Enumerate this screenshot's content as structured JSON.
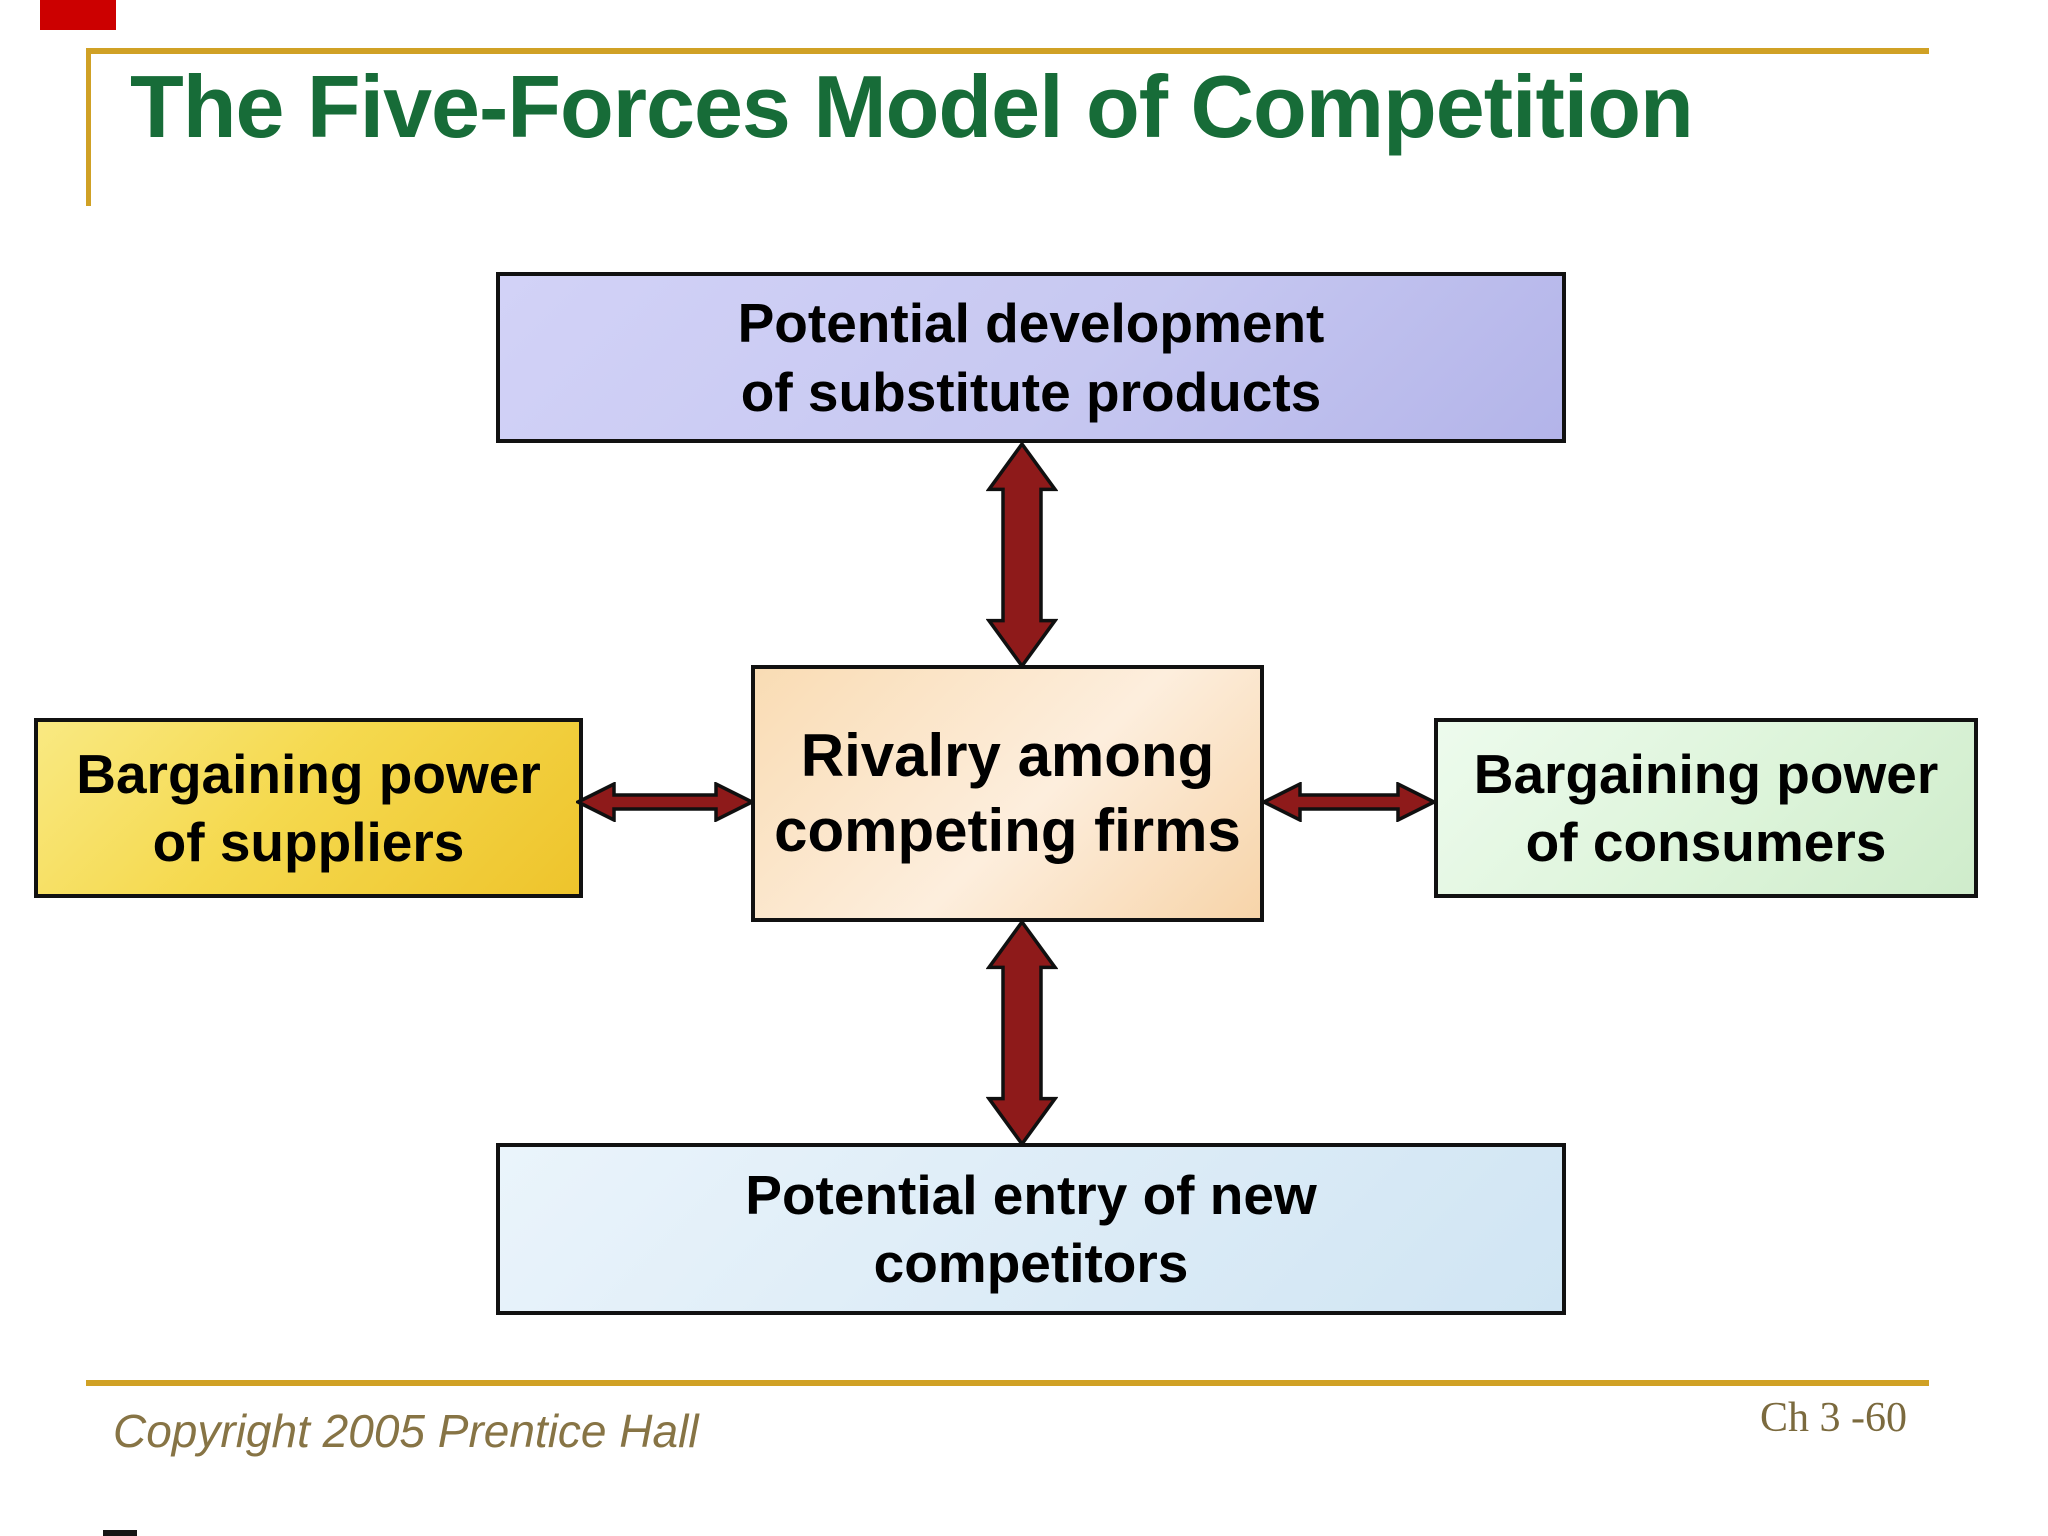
{
  "slide": {
    "title": "The Five-Forces Model of Competition",
    "boxes": {
      "substitutes": {
        "line1": "Potential development",
        "line2": "of substitute products"
      },
      "rivalry": {
        "line1": "Rivalry among",
        "line2": "competing firms"
      },
      "suppliers": {
        "line1": "Bargaining power",
        "line2": "of suppliers"
      },
      "consumers": {
        "line1": "Bargaining power",
        "line2": "of consumers"
      },
      "new_entrants": {
        "line1": "Potential entry of new",
        "line2": "competitors"
      }
    },
    "footer": {
      "copyright": "Copyright 2005 Prentice Hall",
      "page_label": "Ch 3 -60"
    },
    "colors": {
      "title_green": "#176c38",
      "accent_gold": "#d0a125",
      "accent_red": "#cc0000",
      "arrow_maroon": "#8e1a1a",
      "box_substitutes": "#c7c8f1",
      "box_rivalry": "#fbe3c6",
      "box_suppliers": "#f5d94e",
      "box_consumers": "#ddf4da",
      "box_new_entrants": "#ddecf7",
      "footer_text": "#877445"
    }
  }
}
